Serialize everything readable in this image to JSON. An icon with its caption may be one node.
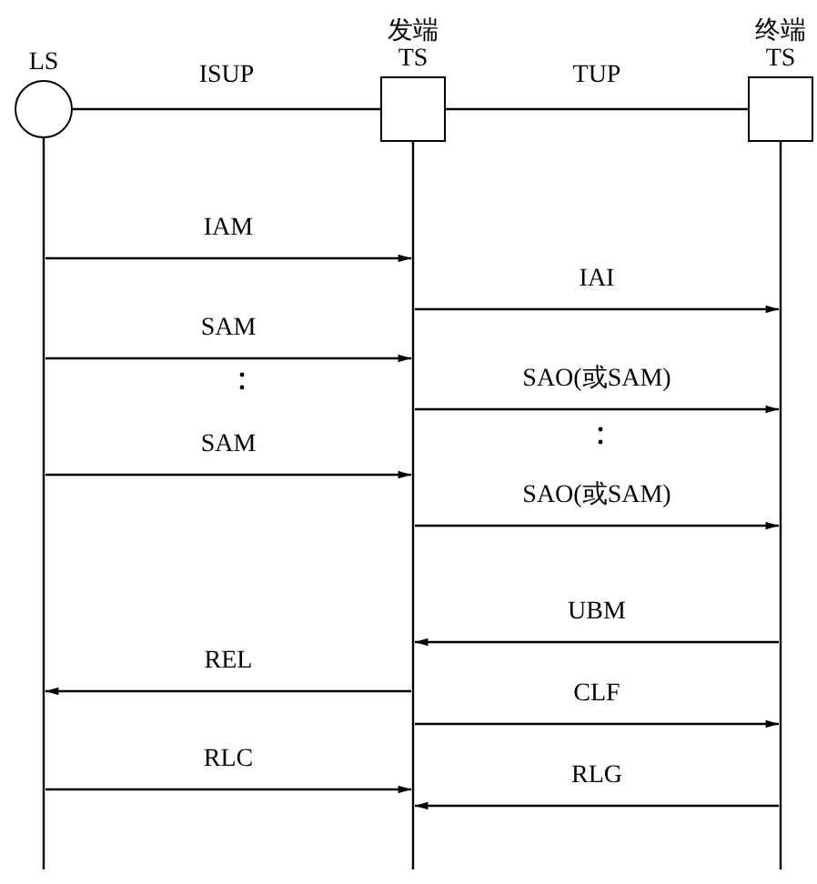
{
  "diagram": {
    "nodes": [
      {
        "text": [
          "LS"
        ]
      },
      {
        "text": [
          "发端 TS"
        ]
      },
      {
        "text": [
          "终端 TS"
        ]
      }
    ],
    "edges": [
      {
        "from": 0,
        "to": 1,
        "arrow": "none",
        "label": "ISUP"
      },
      {
        "from": 1,
        "to": 2,
        "arrow": "none",
        "label": "TUP"
      },
      {
        "from": 0,
        "to": 1,
        "arrow": "to",
        "label": "IAM"
      },
      {
        "from": 1,
        "to": 2,
        "arrow": "to",
        "label": "IAI"
      },
      {
        "from": 0,
        "to": 1,
        "arrow": "to",
        "label": "SAM"
      },
      {
        "from": 1,
        "to": 2,
        "arrow": "to",
        "label": "SAO(或SAM)"
      },
      {
        "from": 0,
        "to": 1,
        "arrow": "to",
        "label": "SAM"
      },
      {
        "from": 1,
        "to": 2,
        "arrow": "to",
        "label": "SAO(或SAM)"
      },
      {
        "from": 2,
        "to": 1,
        "arrow": "to",
        "label": "UBM"
      },
      {
        "from": 1,
        "to": 0,
        "arrow": "to",
        "label": "REL"
      },
      {
        "from": 1,
        "to": 2,
        "arrow": "to",
        "label": "CLF"
      },
      {
        "from": 0,
        "to": 1,
        "arrow": "to",
        "label": "RLC"
      },
      {
        "from": 2,
        "to": 1,
        "arrow": "to",
        "label": "RLG"
      }
    ]
  }
}
